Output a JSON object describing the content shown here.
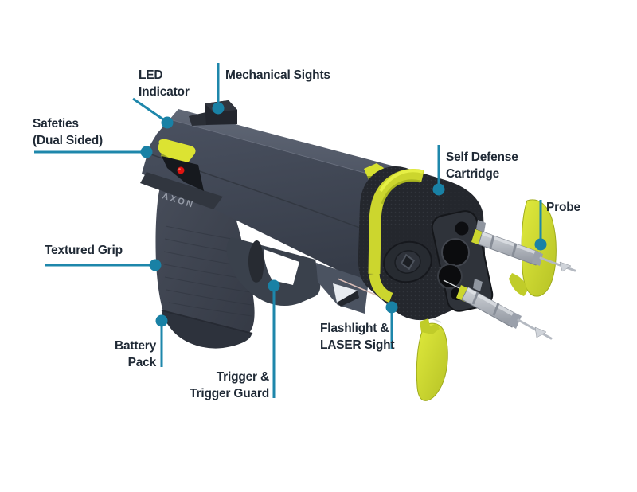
{
  "diagram": {
    "subject": "TASER self-defense device exploded parts diagram",
    "brand_marking": "AXON"
  },
  "labels": [
    {
      "id": "led-indicator",
      "text": "LED\nIndicator"
    },
    {
      "id": "mechanical-sights",
      "text": "Mechanical Sights"
    },
    {
      "id": "safeties",
      "text": "Safeties\n(Dual Sided)"
    },
    {
      "id": "self-defense-cartridge",
      "text": "Self Defense\nCartridge"
    },
    {
      "id": "probe",
      "text": "Probe"
    },
    {
      "id": "textured-grip",
      "text": "Textured Grip"
    },
    {
      "id": "battery-pack",
      "text": "Battery\nPack"
    },
    {
      "id": "trigger-trigger-guard",
      "text": "Trigger &\nTrigger Guard"
    },
    {
      "id": "flashlight-laser-sight",
      "text": "Flashlight &\nLASER Sight"
    }
  ],
  "colors": {
    "background": "#ffffff",
    "label_text": "#202a36",
    "leader_line": "#1e87ab",
    "callout_dot": "#1981a5",
    "accent_yellow": "#d6df2d",
    "body_gray": "#3c4350",
    "cartridge_black": "#24272d",
    "led_red": "#df1410",
    "probe_metal": "#b9bec6"
  }
}
